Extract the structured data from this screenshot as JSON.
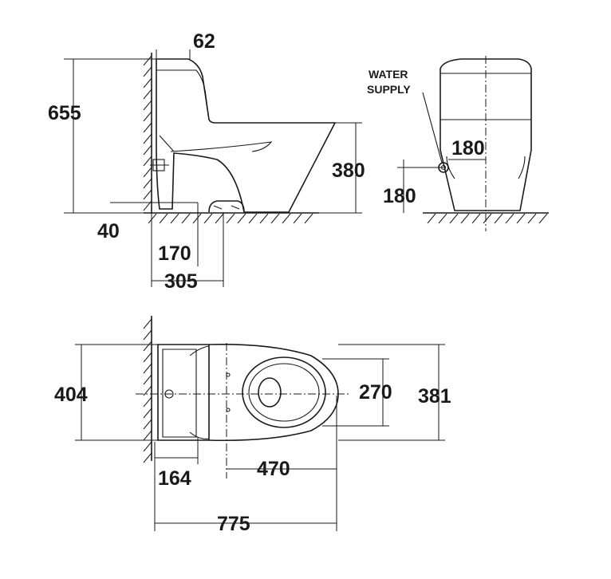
{
  "dimensions": {
    "side_height": "655",
    "tank_depth": "62",
    "seat_height": "380",
    "outlet_height": "40",
    "outlet_to_wall": "170",
    "floor_length": "305",
    "supply_offset": "180",
    "supply_height": "180",
    "width_tank": "404",
    "bowl_inner_width": "270",
    "bowl_width": "381",
    "tank_outlet_depth": "164",
    "bowl_length": "470",
    "total_length": "775"
  },
  "labels": {
    "water_supply_line1": "WATER",
    "water_supply_line2": "SUPPLY"
  }
}
